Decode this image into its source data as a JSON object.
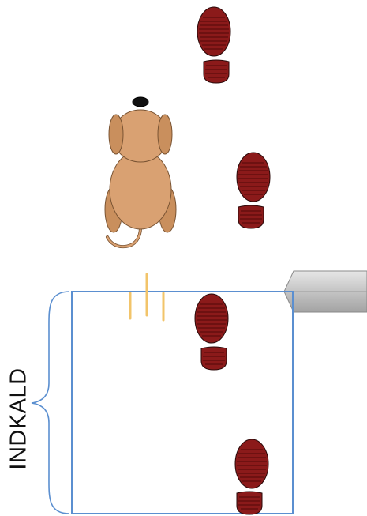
{
  "diagram": {
    "zone_label": "INDKALD",
    "elements": [
      "dog",
      "footprints",
      "zone",
      "brace",
      "door",
      "boundary-markers"
    ]
  },
  "colors": {
    "zone_border": "#5b8fd0",
    "footprint": "#8b1a1a",
    "footprint_outline": "#2a0a0a",
    "dog_body": "#d9a172",
    "dog_outline": "#7a5433",
    "marker": "#f2c46a",
    "door": "#c4c4c4"
  }
}
